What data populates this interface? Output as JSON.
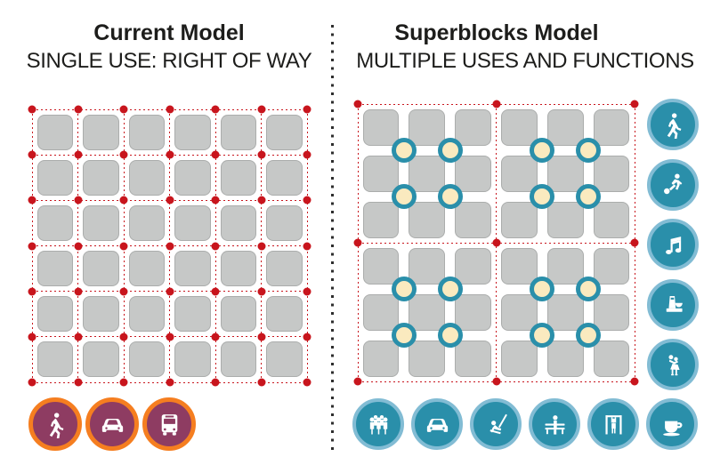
{
  "left_panel": {
    "title": "Current Model",
    "subtitle": "SINGLE USE: RIGHT OF WAY",
    "grid": {
      "type": "uniform-street-grid",
      "block_cols": 6,
      "block_rows": 6,
      "intersection_cols": 7,
      "intersection_rows": 7,
      "marked_intersections": 49,
      "line_every_blocks": 1
    },
    "legend_icons": [
      {
        "name": "pedestrian"
      },
      {
        "name": "car"
      },
      {
        "name": "bus"
      }
    ]
  },
  "right_panel": {
    "title": "Superblocks Model",
    "subtitle": "MULTIPLE USES AND FUNCTIONS",
    "grid": {
      "type": "superblock-grid",
      "superblock_cols": 2,
      "superblock_rows": 2,
      "blocks_per_superblock_side": 3,
      "block_cols": 6,
      "block_rows": 6,
      "perimeter_corner_dots": 9,
      "interior_nodes_per_superblock": 4,
      "interior_nodes_total": 16,
      "line_every_blocks": 3
    },
    "side_icons": [
      {
        "name": "pedestrian"
      },
      {
        "name": "soccer"
      },
      {
        "name": "music"
      },
      {
        "name": "fountain"
      },
      {
        "name": "dancing"
      }
    ],
    "bottom_icons": [
      {
        "name": "people-group"
      },
      {
        "name": "car"
      },
      {
        "name": "swing"
      },
      {
        "name": "bench"
      },
      {
        "name": "pullup-bar"
      },
      {
        "name": "coffee"
      }
    ]
  },
  "colors": {
    "red": "#c8151d",
    "block_fill": "#c6c8c7",
    "block_border": "#abadac",
    "teal": "#2a8faa",
    "teal_light": "#82bcd4",
    "cream": "#faeabf",
    "orange": "#f57e20",
    "plum": "#8e3c62",
    "text": "#1d1d1b"
  }
}
